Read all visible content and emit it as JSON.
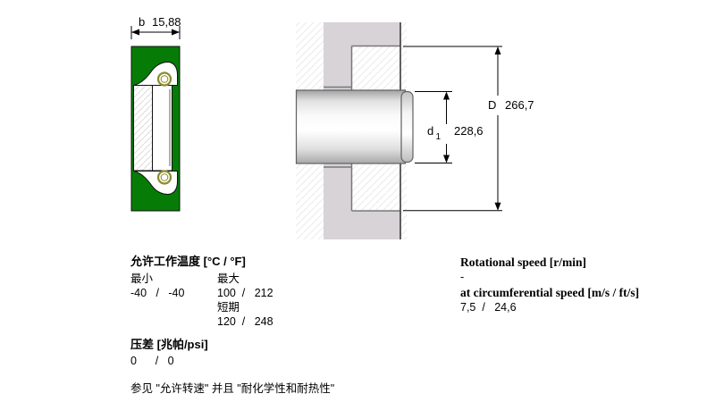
{
  "diagram_labels": {
    "b": {
      "prefix": "b",
      "value": "15,88"
    },
    "d1": {
      "prefix": "d",
      "sub": "1",
      "value": "228,6"
    },
    "D": {
      "prefix": "D",
      "value": "266,7"
    }
  },
  "colors": {
    "seal_green": "#067b06",
    "spring_olive": "#8b8b33",
    "spring_fill": "#fdfbe8",
    "housing_gray": "#d7d3d7"
  },
  "specs": {
    "temperature": {
      "header": "允许工作温度 [°C / °F]",
      "min_label": "最小",
      "max_label": "最大",
      "min_value": "-40   /   -40",
      "max_value": "100  /   212",
      "short_term_label": "短期",
      "short_term_value": "120  /   248"
    },
    "pressure": {
      "header": "压差 [兆帕/psi]",
      "value": "0      /   0"
    },
    "note": "参见 \"允许转速\" 并且 \"耐化学性和耐热性\""
  },
  "speed": {
    "rotational_header": "Rotational speed [r/min]",
    "rotational_value": "-",
    "circumferential_header": "at circumferential speed [m/s / ft/s]",
    "circumferential_value": "7,5  /   24,6"
  }
}
